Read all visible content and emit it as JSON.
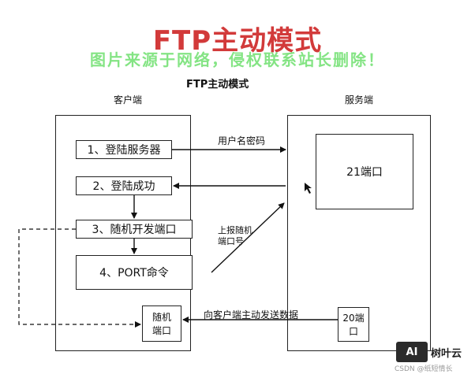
{
  "header": {
    "big_title": "FTP主动模式",
    "watermark": "图片来源于网络，侵权联系站长删除！",
    "sub_title": "FTP主动模式"
  },
  "client": {
    "label": "客户端",
    "steps": [
      "1、登陆服务器",
      "2、登陆成功",
      "3、随机开发端口",
      "4、PORT命令"
    ],
    "random_port": [
      "随机",
      "端口"
    ]
  },
  "server": {
    "label": "服务端",
    "port21": "21端口",
    "port20": [
      "20端",
      "口"
    ]
  },
  "arrows": {
    "user_password": "用户名密码",
    "report_port": [
      "上报随机",
      "端口号"
    ],
    "send_data": "向客户端主动发送数据"
  },
  "badge": {
    "logo": "AI",
    "text": "树叶云",
    "credit": "CSDN @纸短情长"
  }
}
